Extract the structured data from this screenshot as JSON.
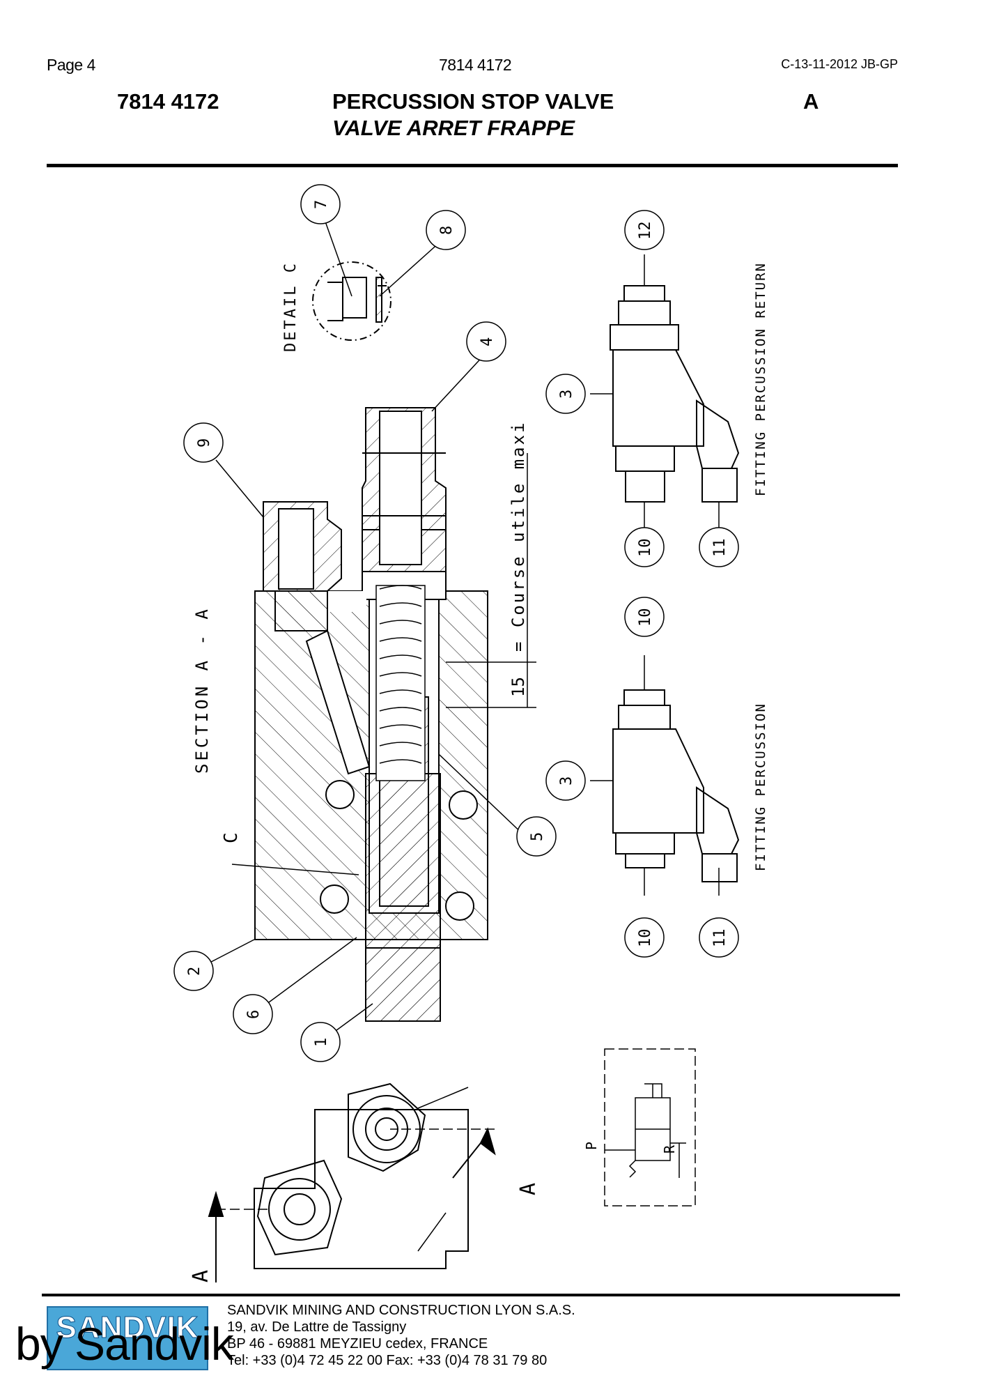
{
  "header": {
    "page_label": "Page 4",
    "doc_number": "7814 4172",
    "revision": "C-13-11-2012 JB-GP",
    "part_number": "7814 4172",
    "title_en": "PERCUSSION STOP VALVE",
    "title_fr": "VALVE ARRET FRAPPE",
    "rev_letter": "A"
  },
  "drawing": {
    "detail_label": "DETAIL C",
    "section_label": "SECTION A - A",
    "stroke_label": "15 = Course utile maxi",
    "stroke_value": "15",
    "stroke_text": "= Course utile maxi",
    "fitting_return_label": "FITTING PERCUSSION RETURN",
    "fitting_label": "FITTING PERCUSSION",
    "section_marker": "A",
    "detail_marker": "C",
    "port_p": "P",
    "port_r": "R",
    "balloons": [
      "1",
      "2",
      "3",
      "4",
      "5",
      "6",
      "7",
      "8",
      "9",
      "10",
      "11",
      "12"
    ]
  },
  "footer": {
    "company": "SANDVIK MINING AND CONSTRUCTION LYON S.A.S.",
    "address1": "19, av. De Lattre de Tassigny",
    "address2": "BP 46 - 69881 MEYZIEU cedex, FRANCE",
    "phone": "Tel: +33 (0)4 72 45 22 00  Fax: +33 (0)4 78 31 79 80",
    "logo": "SANDVIK",
    "watermark": "by Sandvik"
  }
}
